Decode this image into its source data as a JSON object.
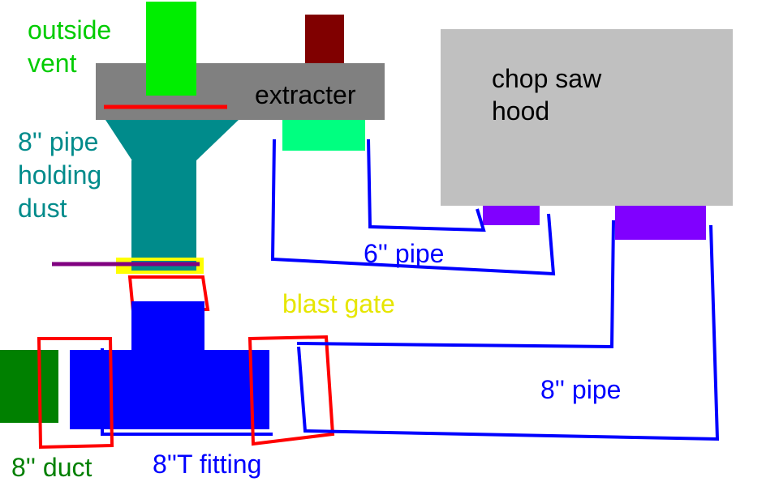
{
  "labels": {
    "outside_vent_1": "outside",
    "outside_vent_2": "vent",
    "extracter": "extracter",
    "chop_saw_1": "chop saw",
    "chop_saw_2": "hood",
    "pipe_dust_1": "8'' pipe",
    "pipe_dust_2": "holding",
    "pipe_dust_3": "dust",
    "six_inch_pipe": "6'' pipe",
    "blast_gate": "blast gate",
    "eight_inch_pipe": "8'' pipe",
    "duct": "8'' duct",
    "t_fitting": "8''T fitting"
  },
  "colors": {
    "vent_green": "#00ee00",
    "extractor_gray": "#808080",
    "motor_red": "#800000",
    "hood_gray": "#c0c0c0",
    "pipe_teal": "#008b8b",
    "outlet_green": "#00ff80",
    "port_purple": "#8000ff",
    "gate_yellow": "#ffff00",
    "gate_purple": "#800080",
    "blue": "#0000ff",
    "red_marker": "#ff0000",
    "duct_green": "#008000",
    "label_green": "#00cc00",
    "label_teal": "#008b8b",
    "label_yellow": "#e6e600",
    "label_blue": "#0000ff",
    "label_dark_green": "#008000"
  }
}
